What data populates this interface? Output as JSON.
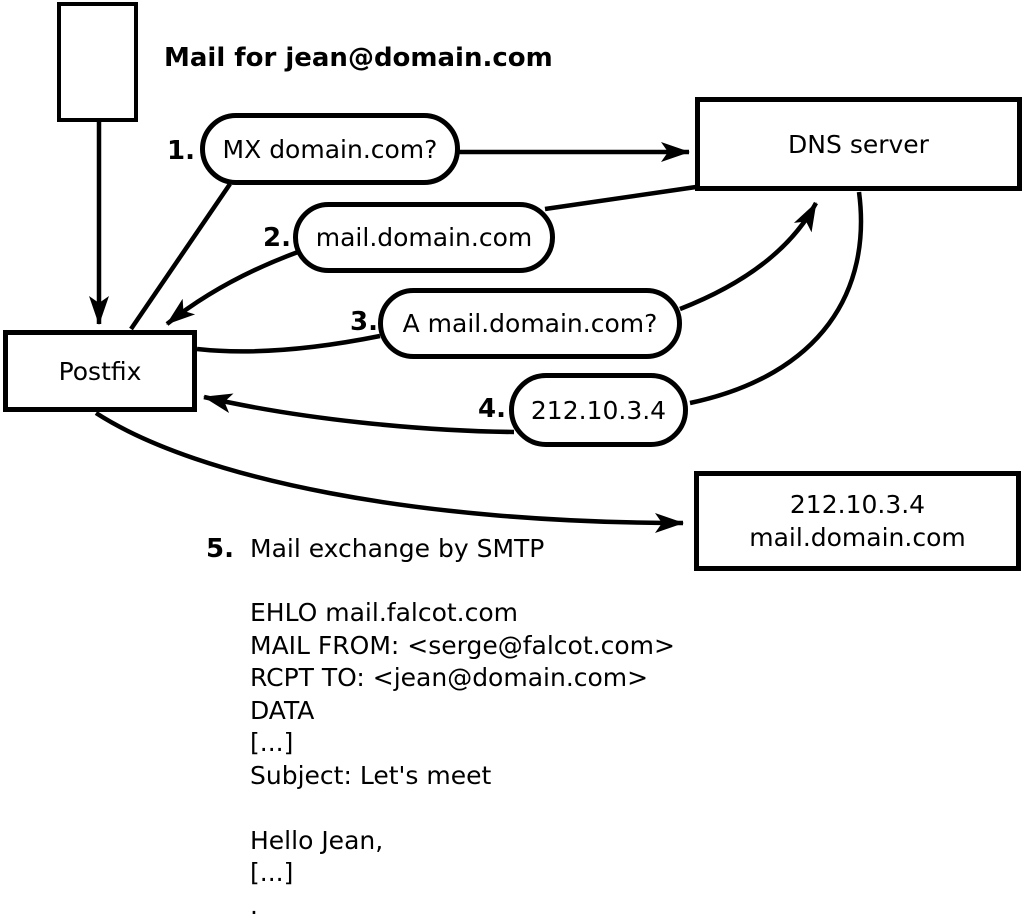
{
  "diagram": {
    "title": "Mail for jean@domain.com",
    "nodes": {
      "postfix": {
        "label": "Postfix"
      },
      "dns": {
        "label": "DNS server"
      },
      "result": {
        "line1": "212.10.3.4",
        "line2": "mail.domain.com"
      }
    },
    "steps": [
      {
        "num": "1.",
        "label": "MX domain.com?"
      },
      {
        "num": "2.",
        "label": "mail.domain.com"
      },
      {
        "num": "3.",
        "label": "A mail.domain.com?"
      },
      {
        "num": "4.",
        "label": "212.10.3.4"
      },
      {
        "num": "5.",
        "label": "Mail exchange by SMTP"
      }
    ],
    "smtp_session": "EHLO mail.falcot.com\nMAIL FROM: <serge@falcot.com>\nRCPT TO: <jean@domain.com>\nDATA\n[...]\nSubject: Let's meet\n\nHello Jean,\n[...]\n.",
    "colors": {
      "stroke": "#000000",
      "background": "#ffffff"
    }
  }
}
